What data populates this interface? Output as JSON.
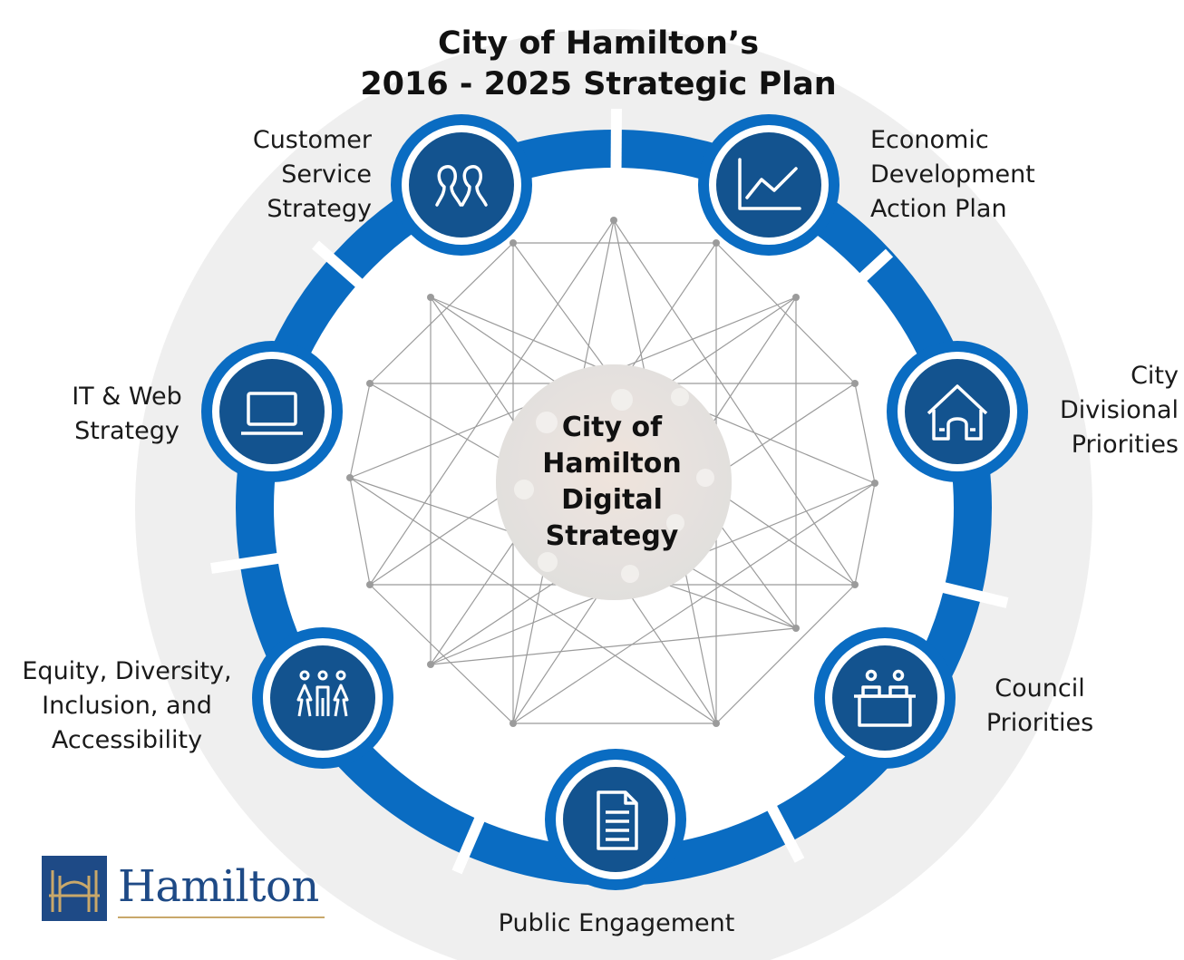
{
  "title": {
    "line1": "City of Hamilton’s",
    "line2": "2016 - 2025 Strategic Plan"
  },
  "center": {
    "lines": [
      "City of",
      "Hamilton",
      "Digital",
      "Strategy"
    ]
  },
  "nodes": [
    {
      "id": "customer-service",
      "icon": "people-icon",
      "lines": [
        "Customer",
        "Service",
        "Strategy"
      ]
    },
    {
      "id": "economic-development",
      "icon": "line-chart-icon",
      "lines": [
        "Economic",
        "Development",
        "Action Plan"
      ]
    },
    {
      "id": "city-divisional",
      "icon": "city-building-icon",
      "lines": [
        "City",
        "Divisional",
        "Priorities"
      ]
    },
    {
      "id": "council",
      "icon": "council-desk-icon",
      "lines": [
        "Council",
        "Priorities"
      ]
    },
    {
      "id": "public-engagement",
      "icon": "document-icon",
      "lines": [
        "Public Engagement"
      ]
    },
    {
      "id": "equity",
      "icon": "diverse-people-icon",
      "lines": [
        "Equity, Diversity,",
        "Inclusion, and",
        "Accessibility"
      ]
    },
    {
      "id": "it-web",
      "icon": "laptop-icon",
      "lines": [
        "IT & Web",
        "Strategy"
      ]
    }
  ],
  "logo": {
    "text": "Hamilton"
  },
  "colors": {
    "ring_blue": "#0a6cc2",
    "circle_fill": "#13538f",
    "outer_disc": "#efefef",
    "network_line": "#9b9b9b"
  }
}
